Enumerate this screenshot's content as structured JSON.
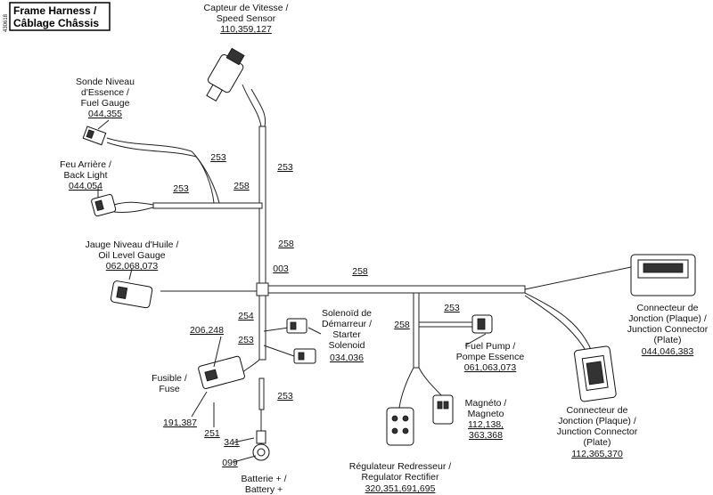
{
  "title": {
    "line1": "Frame Harness /",
    "line2": "Câblage Châssis"
  },
  "figure_id": "430618",
  "labels": {
    "speed_sensor": {
      "line1": "Capteur de Vitesse /",
      "line2": "Speed Sensor",
      "ref": "110,359,127"
    },
    "fuel_gauge": {
      "line1": "Sonde Niveau",
      "line2": "d'Essence /",
      "line3": "Fuel Gauge",
      "ref": "044,355"
    },
    "back_light": {
      "line1": "Feu Arrière /",
      "line2": "Back Light",
      "ref": "044,054"
    },
    "oil_gauge": {
      "line1": "Jauge Niveau d'Huile /",
      "line2": "Oil Level Gauge",
      "ref": "062,068,073"
    },
    "fuse": {
      "line1": "Fusible /",
      "line2": "Fuse",
      "ref_top": "206,248",
      "ref_left": "191,387",
      "ref_bottom": "251"
    },
    "battery": {
      "line1": "Batterie + /",
      "line2": "Battery +",
      "ref_a": "341",
      "ref_b": "099"
    },
    "solenoid": {
      "line1": "Solenoïd de",
      "line2": "Démarreur /",
      "line3": "Starter",
      "line4": "Solenoid",
      "ref": "034,036"
    },
    "fuel_pump": {
      "line1": "Fuel Pump /",
      "line2": "Pompe Essence",
      "ref": "061,063,073"
    },
    "magneto": {
      "line1": "Magnéto /",
      "line2": "Magneto",
      "ref1": "112,138,",
      "ref2": "363,368"
    },
    "regulator": {
      "line1": "Régulateur Redresseur /",
      "line2": "Regulator Rectifier",
      "ref": "320,351,691,695"
    },
    "junction_right": {
      "line1": "Connecteur de",
      "line2": "Jonction (Plaque) /",
      "line3": "Junction Connector",
      "line4": "(Plate)",
      "ref": "044,046,383"
    },
    "junction_bottom": {
      "line1": "Connecteur de",
      "line2": "Jonction (Plaque) /",
      "line3": "Junction Connector",
      "line4": "(Plate)",
      "ref": "112,365,370"
    }
  },
  "wire_refs": {
    "w253_a": "253",
    "w253_b": "253",
    "w253_c": "253",
    "w258_a": "258",
    "w258_b": "258",
    "w003": "003",
    "w258_c": "258",
    "w254": "254",
    "w253_d": "253",
    "w258_d": "258",
    "w253_e": "253",
    "w253_f": "253"
  }
}
